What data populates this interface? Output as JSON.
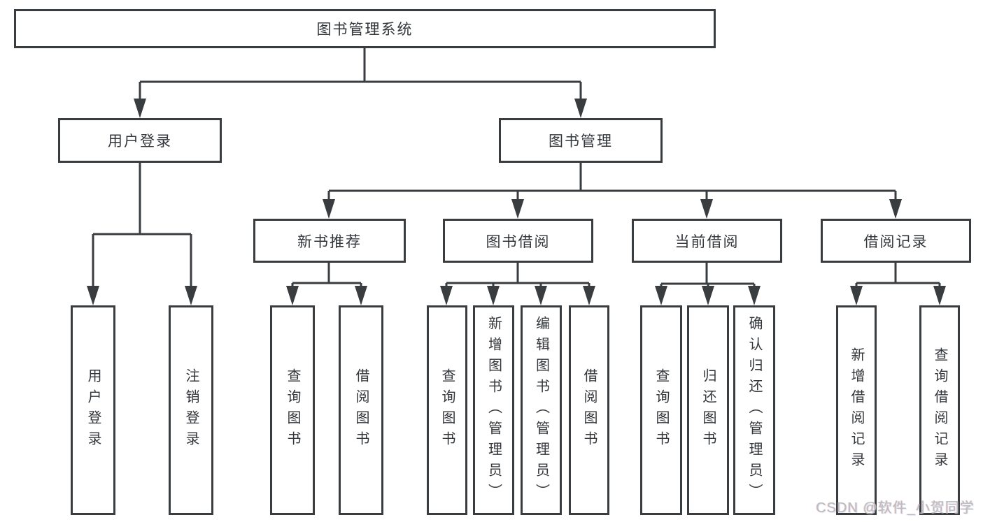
{
  "diagram": {
    "root": {
      "label": "图书管理系统"
    },
    "branches": [
      {
        "label": "用户登录",
        "children": [
          {
            "label": "用户登录"
          },
          {
            "label": "注销登录"
          }
        ]
      },
      {
        "label": "图书管理",
        "children": [
          {
            "label": "新书推荐",
            "children": [
              {
                "label": "查询图书"
              },
              {
                "label": "借阅图书"
              }
            ]
          },
          {
            "label": "图书借阅",
            "children": [
              {
                "label": "查询图书"
              },
              {
                "label": "新增图书（管理员）"
              },
              {
                "label": "编辑图书（管理员）"
              },
              {
                "label": "借阅图书"
              }
            ]
          },
          {
            "label": "当前借阅",
            "children": [
              {
                "label": "查询图书"
              },
              {
                "label": "归还图书"
              },
              {
                "label": "确认归还（管理员）"
              }
            ]
          },
          {
            "label": "借阅记录",
            "children": [
              {
                "label": "新增借阅记录"
              },
              {
                "label": "查询借阅记录"
              }
            ]
          }
        ]
      }
    ]
  },
  "watermark": {
    "text": "CSDN @软件_小贺同学"
  },
  "colors": {
    "line": "#3a3d40",
    "text": "#33363a",
    "watermark": "#bcbcbe",
    "background": "#ffffff"
  }
}
